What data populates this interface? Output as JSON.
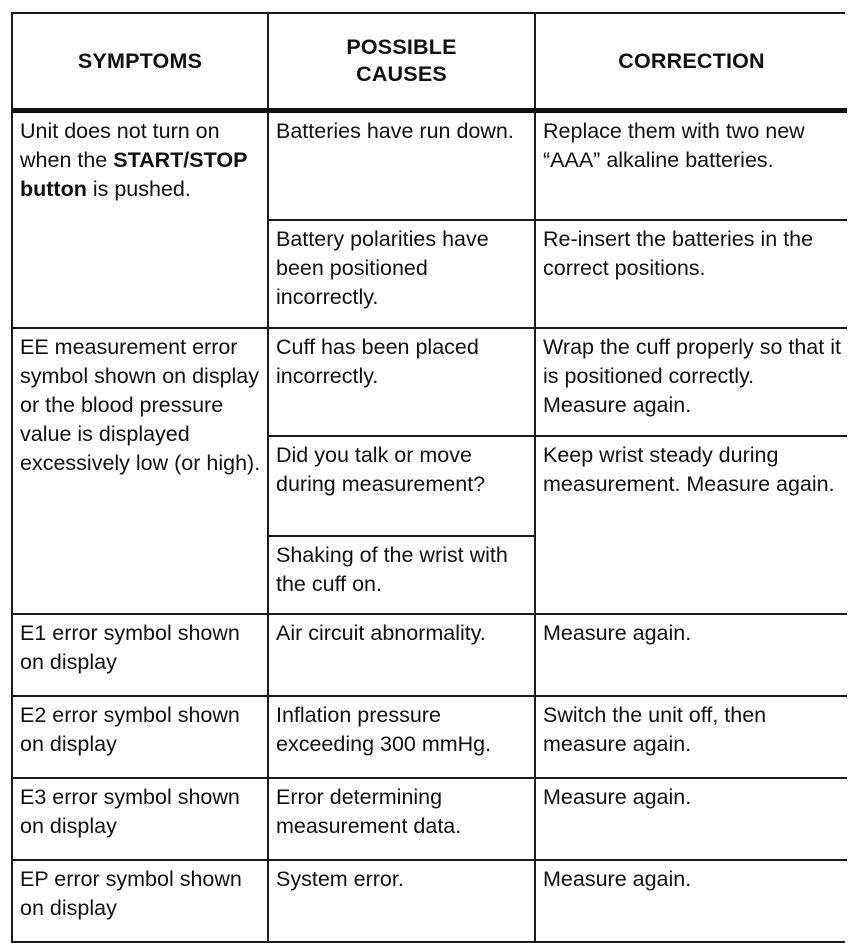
{
  "document": {
    "type": "troubleshooting-table",
    "colors": {
      "text": "#111111",
      "border": "#1a1a1a",
      "background": "#ffffff",
      "header_rule": "#111111"
    }
  },
  "table": {
    "headers": {
      "symptoms": "SYMPTOMS",
      "possible_causes_line1": "POSSIBLE",
      "possible_causes_line2": "CAUSES",
      "correction": "CORRECTION"
    },
    "rows": [
      {
        "id": "row-unit-does-not-turn-on",
        "symptom_pre_bold": "Unit does not turn on when the ",
        "symptom_bold": "START/STOP button",
        "symptom_post_bold": " is pushed.",
        "symptom_plain": "Unit does not turn on when the START/STOP button is pushed.",
        "subrows": [
          {
            "cause": "Batteries have run down.",
            "correction": "Replace them with two new “AAA” alkaline batteries."
          },
          {
            "cause": "Battery polarities have been positioned incorrectly.",
            "correction": "Re-insert the batteries in the correct positions."
          }
        ]
      },
      {
        "id": "row-ee-measurement-error",
        "symptom_plain": "EE measurement error symbol shown on display or the blood pressure value is displayed excessively low (or high).",
        "subrows": [
          {
            "cause": "Cuff has been placed incorrectly.",
            "correction": "Wrap the cuff properly so that it is positioned correctly. Measure again."
          },
          {
            "cause": "Did you talk or move during measurement?",
            "correction": "Keep wrist steady during measurement. Measure again.",
            "correction_spans_next": true
          },
          {
            "cause": "Shaking of the wrist with the cuff on.",
            "correction": null
          }
        ]
      },
      {
        "id": "row-e1-error",
        "symptom_plain": "E1 error symbol shown on display",
        "subrows": [
          {
            "cause": "Air circuit abnormality.",
            "correction": "Measure again."
          }
        ]
      },
      {
        "id": "row-e2-error",
        "symptom_plain": "E2 error symbol shown on display",
        "subrows": [
          {
            "cause": "Inflation pressure exceeding 300 mmHg.",
            "correction": "Switch the unit off, then measure again."
          }
        ]
      },
      {
        "id": "row-e3-error",
        "symptom_plain": "E3 error symbol shown on display",
        "subrows": [
          {
            "cause": "Error determining measurement data.",
            "correction": "Measure again."
          }
        ]
      },
      {
        "id": "row-ep-error",
        "symptom_plain": "EP error symbol shown on display",
        "subrows": [
          {
            "cause": "System error.",
            "correction": "Measure again."
          }
        ]
      }
    ]
  }
}
